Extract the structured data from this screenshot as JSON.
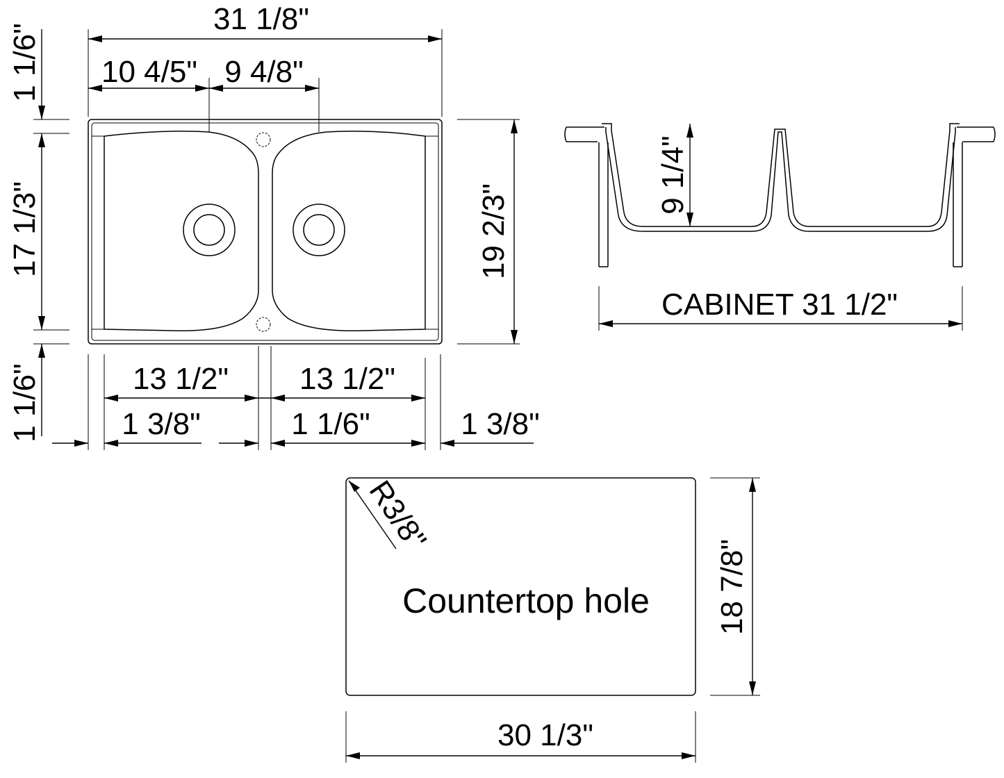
{
  "top_view": {
    "overall_width": "31  1/8\"",
    "left_bowl_center": "10  4/5\"",
    "right_bowl_center": "9  4/8\"",
    "top_margin": "1  1/6\"",
    "bowl_depth": "17  1/3\"",
    "bottom_margin": "1  1/6\"",
    "overall_height": "19  2/3\"",
    "left_bowl_width": "13  1/2\"",
    "right_bowl_width": "13  1/2\"",
    "left_rim": "1  3/8\"",
    "center_divider": "1  1/6\"",
    "right_rim": "1  3/8\""
  },
  "side_view": {
    "bowl_depth": "9  1/4\"",
    "cabinet": "CABINET 31  1/2\""
  },
  "cutout": {
    "label": "Countertop hole",
    "corner_radius": "R3/8\"",
    "height": "18  7/8\"",
    "width": "30  1/3\""
  }
}
